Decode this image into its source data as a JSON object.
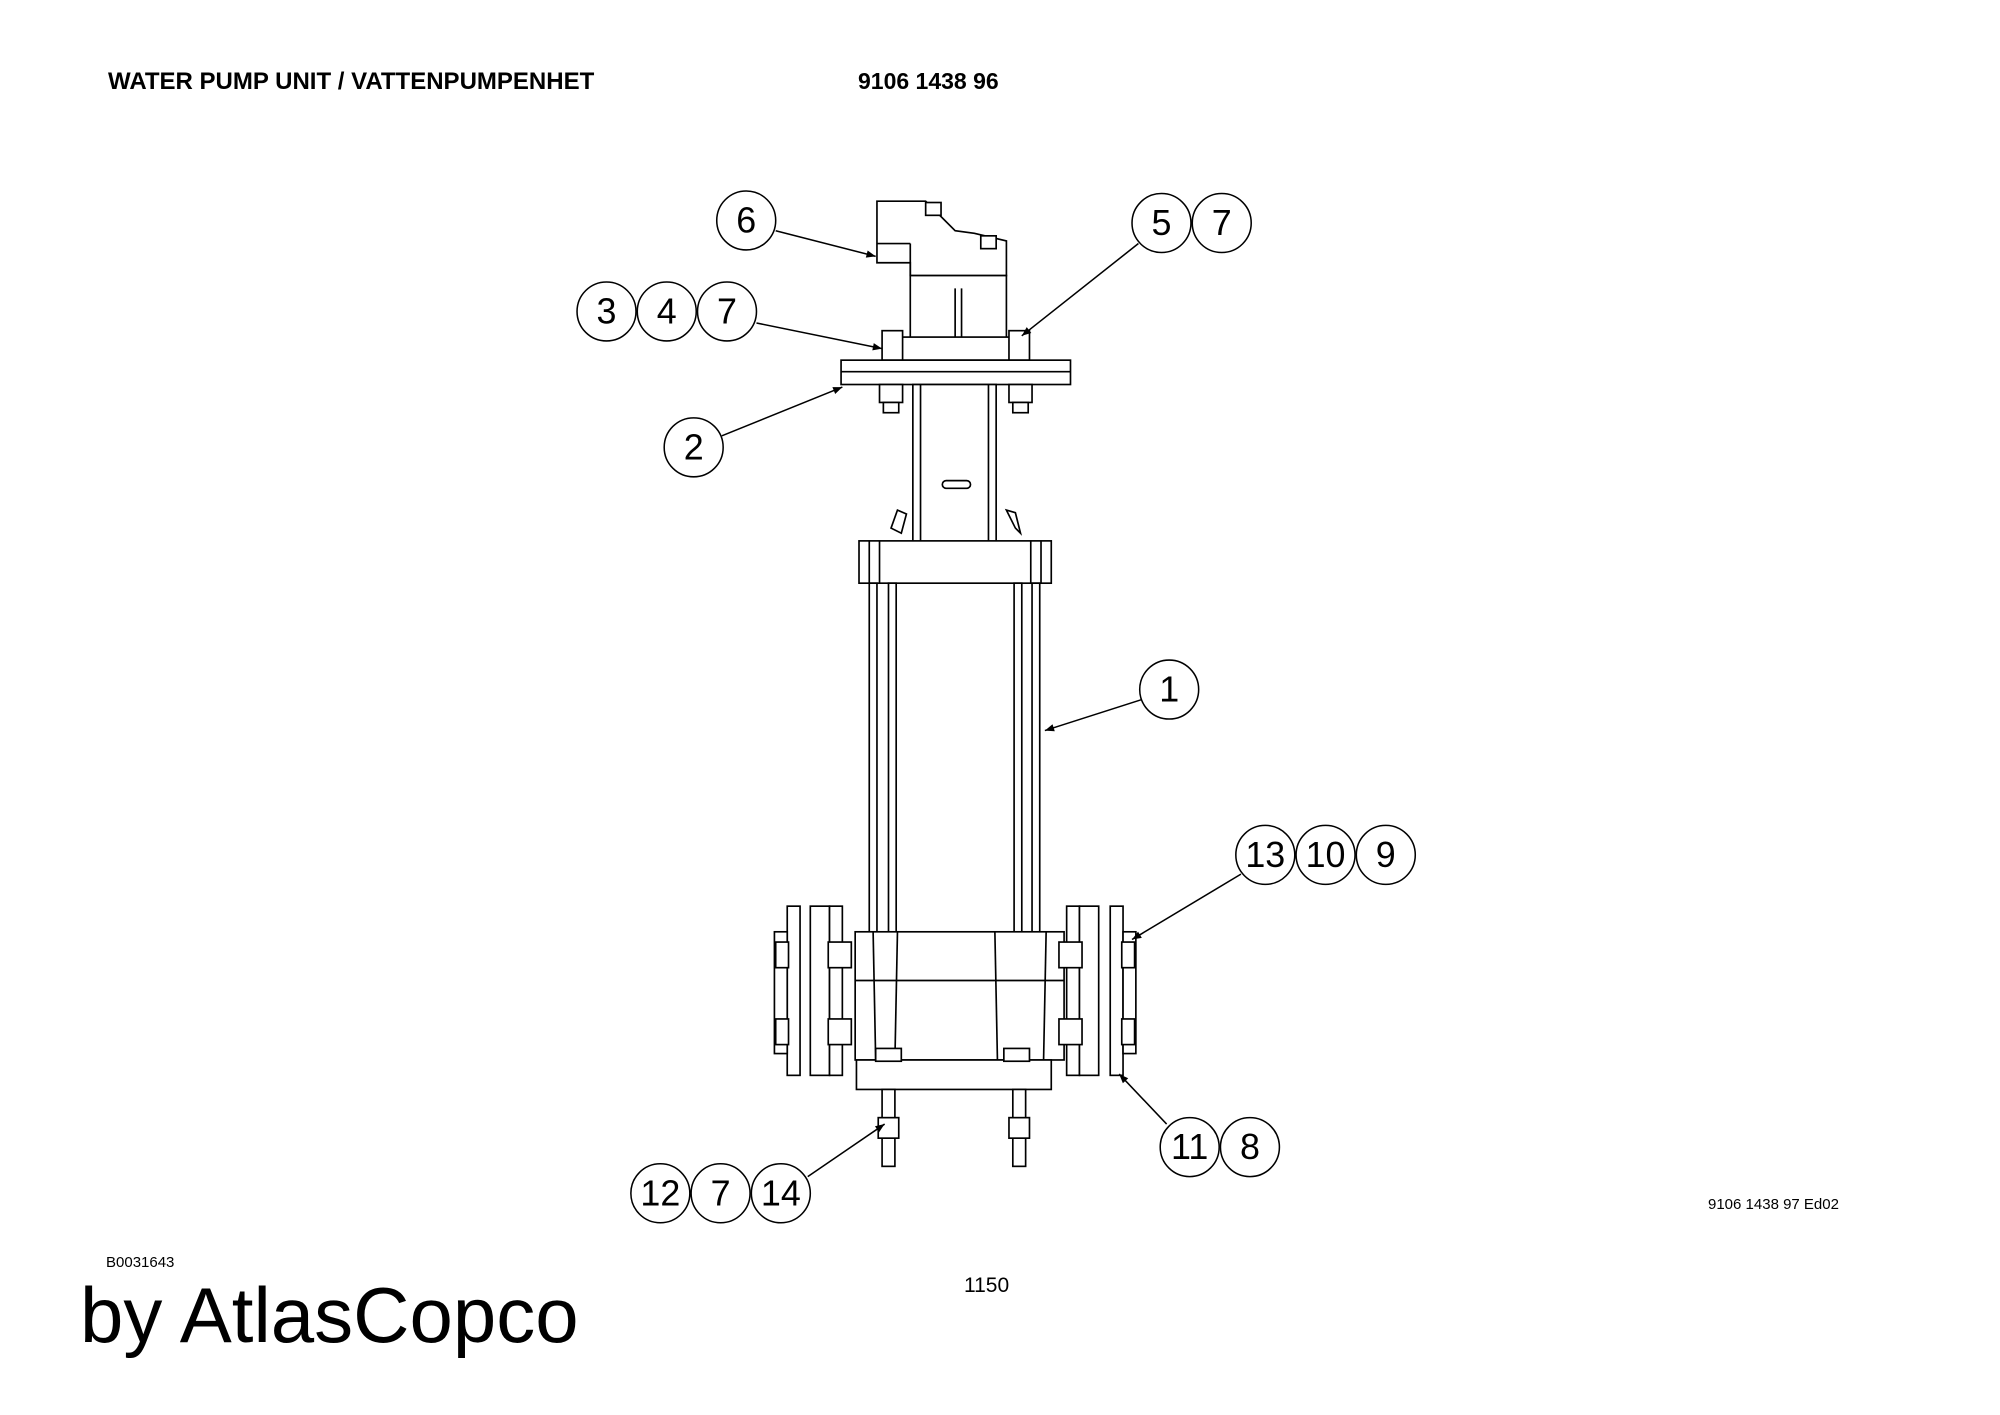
{
  "header": {
    "title": "WATER PUMP UNIT / VATTENPUMPENHET",
    "part_number": "9106 1438 96"
  },
  "footer": {
    "drawing_ref": "9106 1438 97 Ed02",
    "image_code": "B0031643",
    "page_number": "1150",
    "brand": "by AtlasCopco"
  },
  "balloons": {
    "b6": "6",
    "b5": "5",
    "b7a": "7",
    "b3": "3",
    "b4": "4",
    "b7b": "7",
    "b2": "2",
    "b1": "1",
    "b13": "13",
    "b10": "10",
    "b9": "9",
    "b11": "11",
    "b8": "8",
    "b12": "12",
    "b7c": "7",
    "b14": "14"
  }
}
